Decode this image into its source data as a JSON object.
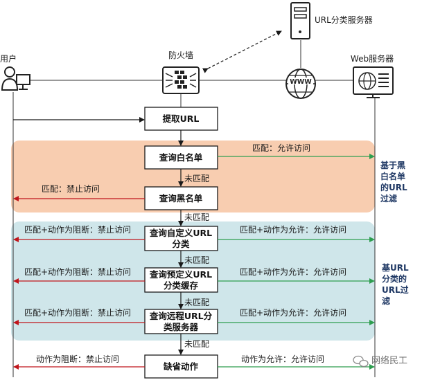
{
  "nodes": {
    "user": "用户",
    "firewall": "防火墙",
    "url_server": "URL分类服务器",
    "web_server": "Web服务器",
    "www": "WWW"
  },
  "steps": {
    "extract": "提取URL",
    "whitelist": "查询白名单",
    "blacklist": "查询黑名单",
    "custom_1": "查询自定义URL",
    "custom_2": "分类",
    "predef_1": "查询预定义URL",
    "predef_2": "分类缓存",
    "remote_1": "查询远程URL分",
    "remote_2": "类服务器",
    "default": "缺省动作"
  },
  "labels": {
    "white_match": "匹配：允许访问",
    "black_match": "匹配：禁止访问",
    "no_match": "未匹配",
    "block_match": "匹配+动作为阻断：禁止访问",
    "allow_match": "匹配+动作为允许：允许访问",
    "default_block": "动作为阻断：禁止访问",
    "default_allow": "动作为允许：允许访问"
  },
  "sections": {
    "bw_1": "基于黑",
    "bw_2": "白名单",
    "bw_3": "的URL",
    "bw_4": "过滤",
    "cat_1": "基URL",
    "cat_2": "分类的",
    "cat_3": "URL过",
    "cat_4": "滤"
  },
  "watermark": "网络民工",
  "colors": {
    "orange_band": "#f8cdb0",
    "blue_band": "#cfe6ea",
    "allow_arrow": "#2e9e4f",
    "block_arrow": "#c0161c",
    "box_stroke": "#1a1a1a",
    "line": "#333333",
    "side_text": "#1f3864"
  }
}
